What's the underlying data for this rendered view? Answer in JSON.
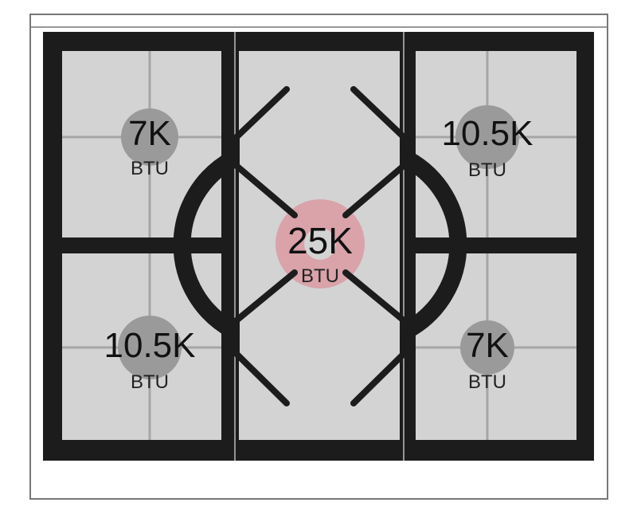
{
  "burners": {
    "top_left": {
      "rating": "7K",
      "unit": "BTU",
      "color": "#9a9a9a"
    },
    "top_right": {
      "rating": "10.5K",
      "unit": "BTU",
      "color": "#9a9a9a"
    },
    "center": {
      "rating": "25K",
      "unit": "BTU",
      "color": "#d9a3a9"
    },
    "bottom_left": {
      "rating": "10.5K",
      "unit": "BTU",
      "color": "#9a9a9a"
    },
    "bottom_right": {
      "rating": "7K",
      "unit": "BTU",
      "color": "#9a9a9a"
    }
  },
  "colors": {
    "grate": "#1c1c1c",
    "cooktop_surface": "#d3d3d3",
    "grate_line": "#a6a6a6",
    "frame_border": "#777777"
  }
}
